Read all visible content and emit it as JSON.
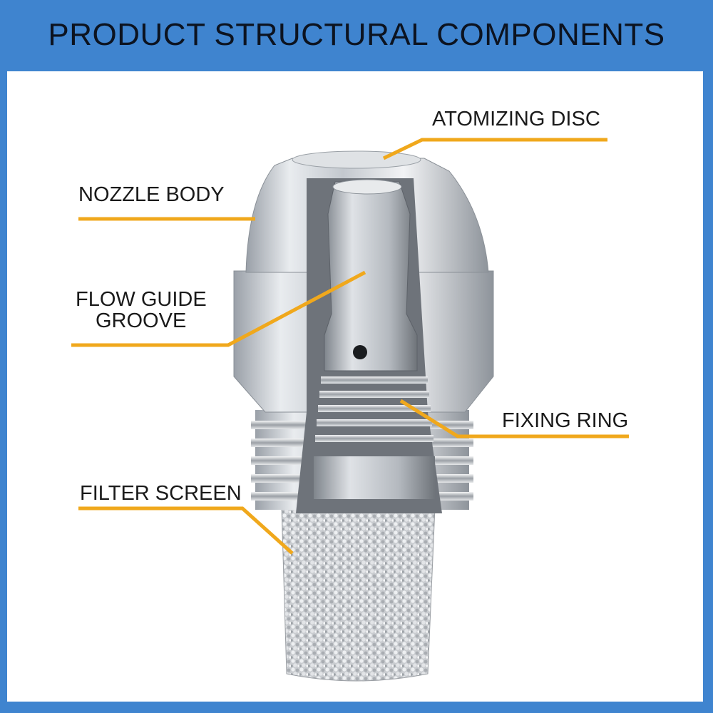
{
  "header": {
    "title": "PRODUCT STRUCTURAL COMPONENTS"
  },
  "labels": {
    "atomizing_disc": "ATOMIZING DISC",
    "nozzle_body": "NOZZLE BODY",
    "flow_guide_line1": "FLOW GUIDE",
    "flow_guide_line2": "GROOVE",
    "fixing_ring": "FIXING RING",
    "filter_screen": "FILTER SCREEN"
  },
  "colors": {
    "frame": "#3f84cf",
    "leader": "#f0a81c",
    "panel": "#ffffff",
    "text": "#1a1a1a"
  }
}
